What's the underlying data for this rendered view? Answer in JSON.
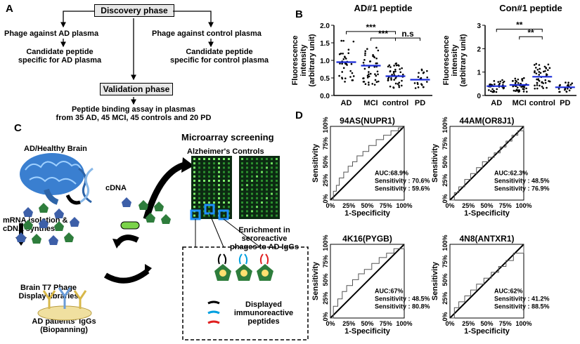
{
  "panelA": {
    "letter": "A",
    "discovery": "Discovery phase",
    "left_label": "Phage against  AD plasma",
    "right_label": "Phage  against  control  plasma",
    "left_candidate": [
      "Candidate peptide",
      "specific for  AD  plasma"
    ],
    "right_candidate": [
      "Candidate peptide",
      "specific for  control  plasma"
    ],
    "validation": "Validation phase",
    "assay": [
      "Peptide binding assay in plasmas",
      "from 35 AD, 45 MCI, 45 controls and 20 PD"
    ]
  },
  "panelB": {
    "letter": "B",
    "ylabel": [
      "Fluorescence",
      "intensity",
      "(arbitrary unit)"
    ]
  },
  "panelC": {
    "letter": "C",
    "brain": "AD/Healthy Brain",
    "cdna": "cDNA",
    "mrna": [
      "mRNA isolation &",
      "cDNA synthesis"
    ],
    "libraries": [
      "Brain T7 Phage",
      "Display libraries"
    ],
    "igg": [
      "AD patients' IgGs",
      "(Biopanning)"
    ],
    "microarray": "Microarray screening",
    "array_labels": "Alzheimer's  Controls",
    "enrichment": [
      "Enrichment in",
      "seroreactive",
      "phages to AD IgGs"
    ],
    "displayed": [
      "Displayed",
      "immunoreactive",
      "peptides"
    ],
    "colors": {
      "brain": "#3a7fd0",
      "phage_green": "#2e7d3c",
      "phage_blue": "#3d5fa8",
      "array_bg": "#0c2a12",
      "highlight": "#1e90ff"
    }
  },
  "panelD": {
    "letter": "D"
  },
  "chart_data": [
    {
      "type": "scatter",
      "title": "AD#1 peptide",
      "categories": [
        "AD",
        "MCI",
        "control",
        "PD"
      ],
      "medians": [
        0.95,
        0.85,
        0.55,
        0.45
      ],
      "ylim": [
        0,
        2.0
      ],
      "yticks": [
        "0.0",
        "0.5",
        "1.0",
        "1.5",
        "2.0"
      ],
      "ylabel": "Fluorescence intensity (arbitrary unit)",
      "significance": [
        "***",
        "***",
        "n.s"
      ],
      "counts": [
        35,
        45,
        45,
        20
      ]
    },
    {
      "type": "scatter",
      "title": "Con#1 peptide",
      "categories": [
        "AD",
        "MCI",
        "control",
        "PD"
      ],
      "medians": [
        0.4,
        0.45,
        0.8,
        0.35
      ],
      "ylim": [
        0,
        3
      ],
      "yticks": [
        "0",
        "1",
        "2",
        "3"
      ],
      "ylabel": "Fluorescence intensity (arbitrary unit)",
      "significance": [
        "**",
        "**"
      ],
      "counts": [
        35,
        45,
        45,
        20
      ]
    },
    {
      "type": "line",
      "title": "94AS(NUPR1)",
      "xlabel": "1-Specificity",
      "ylabel": "Sensitivity",
      "ticks": [
        "0%",
        "25%",
        "50%",
        "75%",
        "100%"
      ],
      "stats": [
        "AUC:68.9%",
        "Sensitivity : 70.6%",
        "Sensitivity : 59.6%"
      ]
    },
    {
      "type": "line",
      "title": "44AM(OR8J1)",
      "xlabel": "1-Specificity",
      "ylabel": "Sensitivity",
      "ticks": [
        "0%",
        "25%",
        "50%",
        "75%",
        "100%"
      ],
      "stats": [
        "AUC:62.3%",
        "Sensitivity : 48.5%",
        "Sensitivity : 76.9%"
      ]
    },
    {
      "type": "line",
      "title": "4K16(PYGB)",
      "xlabel": "1-Specificity",
      "ylabel": "Sensitivity",
      "ticks": [
        "0%",
        "25%",
        "50%",
        "75%",
        "100%"
      ],
      "stats": [
        "AUC:67%",
        "Sensitivity : 48.5%",
        "Sensitivity : 80.8%"
      ]
    },
    {
      "type": "line",
      "title": "4N8(ANTXR1)",
      "xlabel": "1-Specificity",
      "ylabel": "Sensitivity",
      "ticks": [
        "0%",
        "25%",
        "50%",
        "75%",
        "100%"
      ],
      "stats": [
        "AUC:62%",
        "Sensitivity : 41.2%",
        "Sensitivity : 88.5%"
      ]
    }
  ]
}
